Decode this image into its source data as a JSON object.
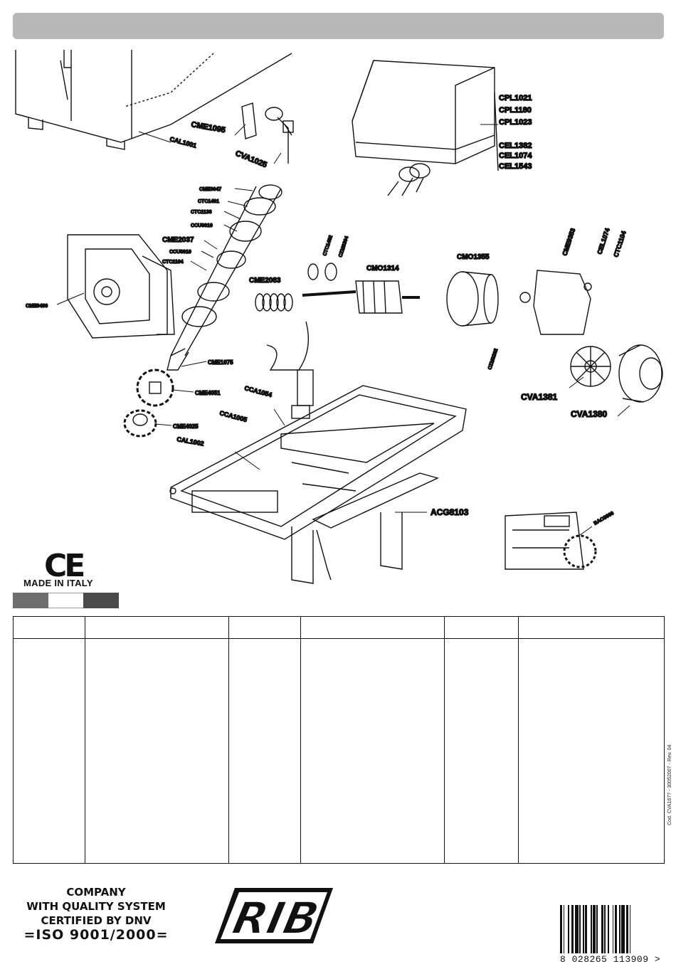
{
  "labels": {
    "cme1095": "CME1095",
    "cva1025": "CVA1025",
    "cal1001": "CAL1001",
    "cpl1021": "CPL1021",
    "cpl1180": "CPL1180",
    "cpl1023": "CPL1023",
    "cel1382": "CEL1382",
    "cel1074_top": "CEL1074",
    "cel1543": "CEL1543",
    "cme3047": "CME3047",
    "ctc1401": "CTC1401",
    "ctc1136": "CTC1136",
    "ccu6010_a": "CCU6010",
    "cme2037": "CME2037",
    "ccu6010_b": "CCU6010",
    "ctc1104_left": "CTC1104",
    "cme9400": "CME9400",
    "ctc1402": "CTC1402",
    "czm6304": "CZM6304",
    "cme2083": "CME2083",
    "cmo1314": "CMO1314",
    "cmo1355": "CMO1355",
    "cme9353": "CME9353",
    "cel1074_right": "CEL1074",
    "ctc1104_right": "CTC1104",
    "czm6202": "CZM6202",
    "cme1075": "CME1075",
    "cme4051": "CME4051",
    "cme4025": "CME4025",
    "cca1054": "CCA1054",
    "cca1005": "CCA1005",
    "cal1002": "CAL1002",
    "acg8103": "ACG8103",
    "bao3000": "BAO3000",
    "cva1381": "CVA1381",
    "cva1380": "CVA1380"
  },
  "marks": {
    "ce": "CE",
    "made_in_italy": "MADE IN ITALY"
  },
  "flag_colors": [
    "#6e6e6e",
    "#ffffff",
    "#4a4a4a"
  ],
  "table": {
    "columns": 6,
    "header": [
      "",
      "",
      "",
      "",
      "",
      ""
    ],
    "body": [
      "",
      "",
      "",
      "",
      "",
      ""
    ]
  },
  "doc_code": "Cod. CVA1677 - 30052007 - Rev. 04",
  "quality": {
    "line1": "COMPANY",
    "line2": "WITH QUALITY SYSTEM",
    "line3": "CERTIFIED BY DNV",
    "iso": "=ISO 9001/2000="
  },
  "logo_text": "RIB",
  "barcode_number": "8 028265 113909 >"
}
